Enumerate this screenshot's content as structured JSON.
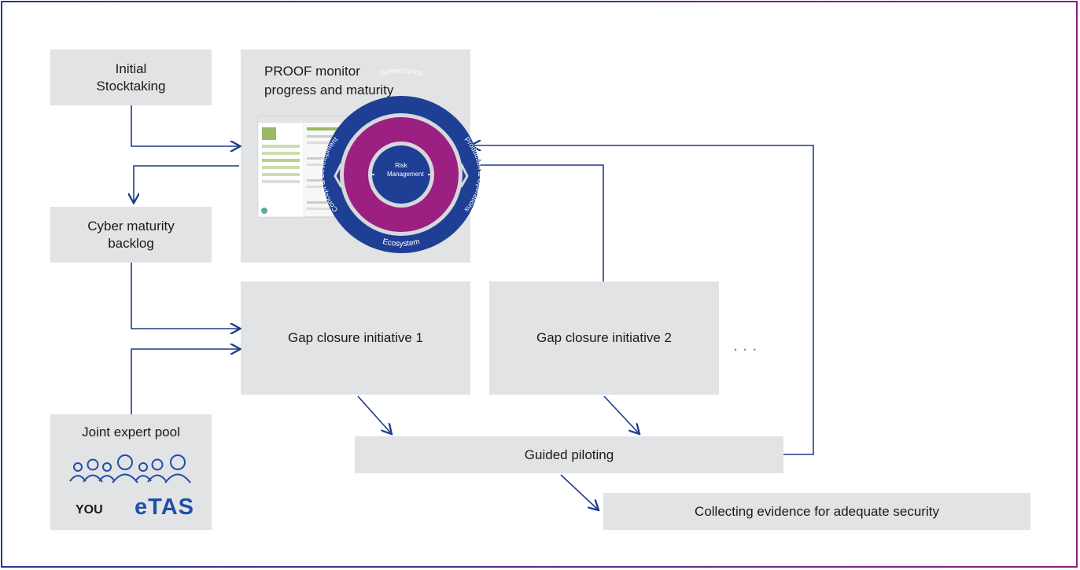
{
  "boxes": {
    "initial": "Initial\nStocktaking",
    "proof_line1": "PROOF monitor",
    "proof_line2": "progress and maturity",
    "backlog": "Cyber maturity\nbacklog",
    "gap1": "Gap closure initiative 1",
    "gap2": "Gap closure initiative 2",
    "pool": "Joint expert pool",
    "pilot": "Guided piloting",
    "evidence": "Collecting evidence for adequate security"
  },
  "more": "...",
  "logos": {
    "you": "YOU",
    "etas": "eTAS"
  },
  "wheel": {
    "outer_top": "Governance",
    "outer_bottom": "Ecosystem",
    "ring_left": "Concept & Development",
    "ring_right": "Production & Operations",
    "center": "Risk Management"
  },
  "colors": {
    "arrow": "#1f3c8c",
    "box": "#e2e3e5",
    "wheel_outer": "#1f3f95",
    "wheel_ring": "#9c1f82",
    "etas": "#1f4fa8"
  },
  "icons": [
    "people-group-icon",
    "proof-screenshot-icon",
    "maturity-wheel-icon"
  ]
}
